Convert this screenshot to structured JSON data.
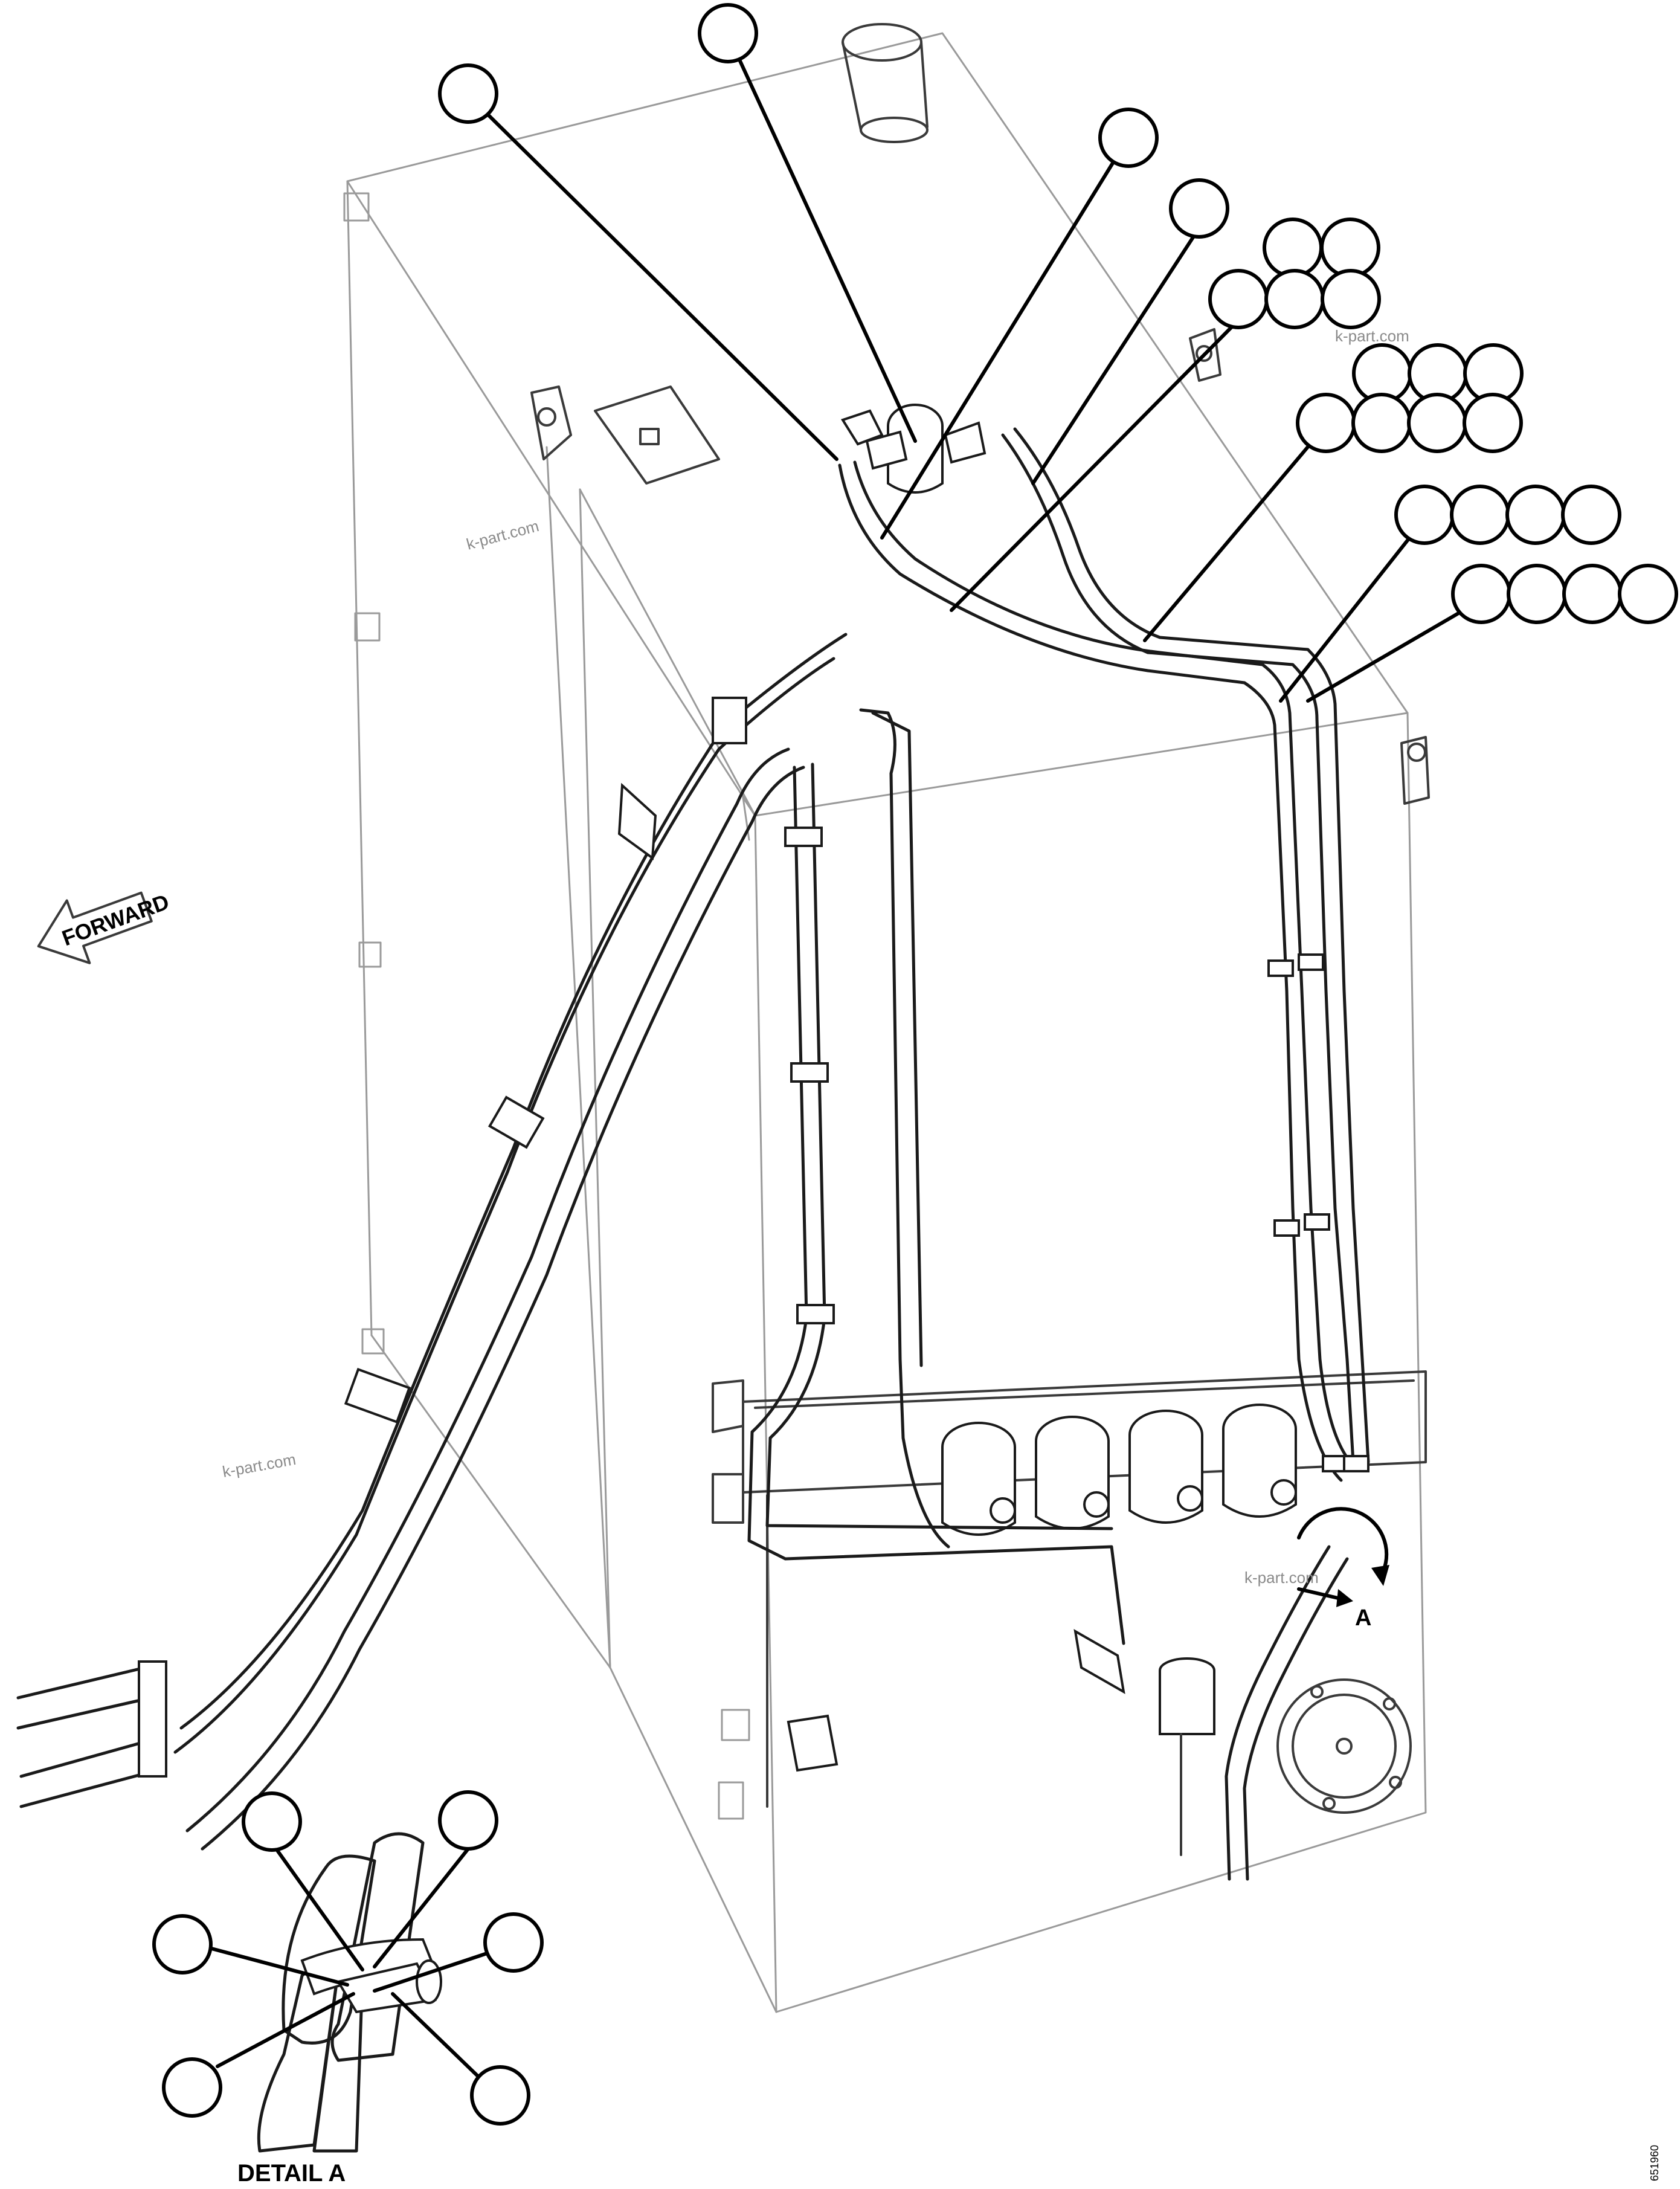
{
  "forward_label": "FORWARD",
  "detail_callout": "A",
  "detail_caption": "DETAIL A",
  "watermark": "k-part.com",
  "drawing_number": "651960",
  "balloons": {
    "main": [
      {
        "label": ""
      },
      {
        "label": ""
      },
      {
        "label": ""
      },
      {
        "label": ""
      },
      {
        "label": ""
      },
      {
        "label": ""
      },
      {
        "label": ""
      },
      {
        "label": ""
      },
      {
        "label": ""
      },
      {
        "label": ""
      },
      {
        "label": ""
      },
      {
        "label": ""
      },
      {
        "label": ""
      },
      {
        "label": ""
      },
      {
        "label": ""
      },
      {
        "label": ""
      },
      {
        "label": ""
      },
      {
        "label": ""
      },
      {
        "label": ""
      },
      {
        "label": ""
      },
      {
        "label": ""
      },
      {
        "label": ""
      },
      {
        "label": ""
      },
      {
        "label": ""
      }
    ],
    "detail": [
      {
        "label": ""
      },
      {
        "label": ""
      },
      {
        "label": ""
      },
      {
        "label": ""
      },
      {
        "label": ""
      },
      {
        "label": ""
      }
    ]
  },
  "colors": {
    "line": "#000000",
    "outline": "#9a9a9a",
    "background": "#ffffff"
  }
}
